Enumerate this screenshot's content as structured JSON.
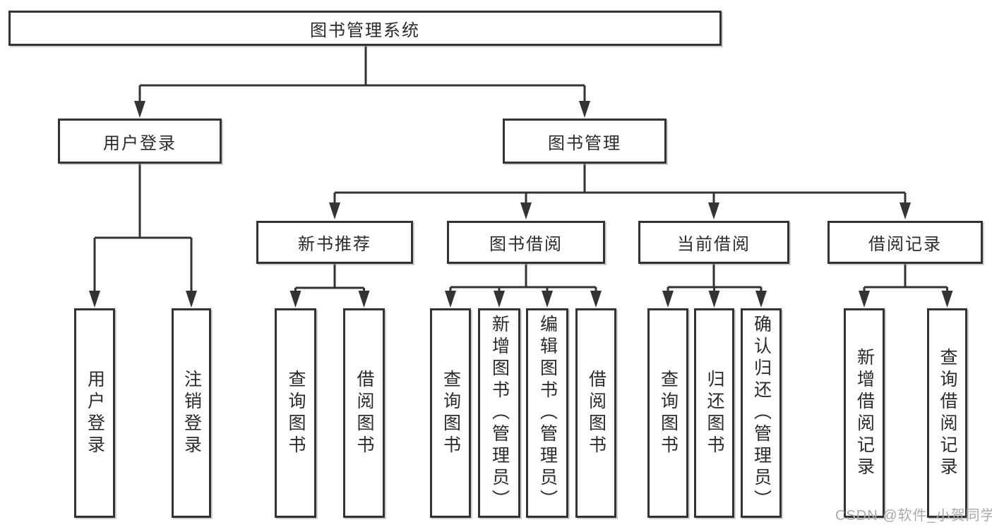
{
  "diagram_type": "hierarchy-structure-chart",
  "nodes": {
    "root": "图书管理系统",
    "user_login": "用户登录",
    "book_mgmt": "图书管理",
    "new_book_rec": "新书推荐",
    "book_borrow": "图书借阅",
    "current_borrow": "当前借阅",
    "borrow_record": "借阅记录",
    "ul_user_login": "用户登录",
    "ul_logout": "注销登录",
    "nb_query_book": "查询图书",
    "nb_borrow_book": "借阅图书",
    "bb_query_book": "查询图书",
    "bb_add_book": "新增图书（管理员）",
    "bb_edit_book": "编辑图书（管理员）",
    "bb_borrow_book": "借阅图书",
    "cb_query_book": "查询图书",
    "cb_return_book": "归还图书",
    "cb_confirm_return": "确认归还（管理员）",
    "br_add_record": "新增借阅记录",
    "br_query_record": "查询借阅记录"
  },
  "watermark": "CSDN @软件_小贺同学",
  "colors": {
    "line": "#333333",
    "box_border": "#333333",
    "box_fill": "#ffffff",
    "text": "#2b2b2b",
    "watermark": "#a9a9a9",
    "background": "#ffffff"
  }
}
